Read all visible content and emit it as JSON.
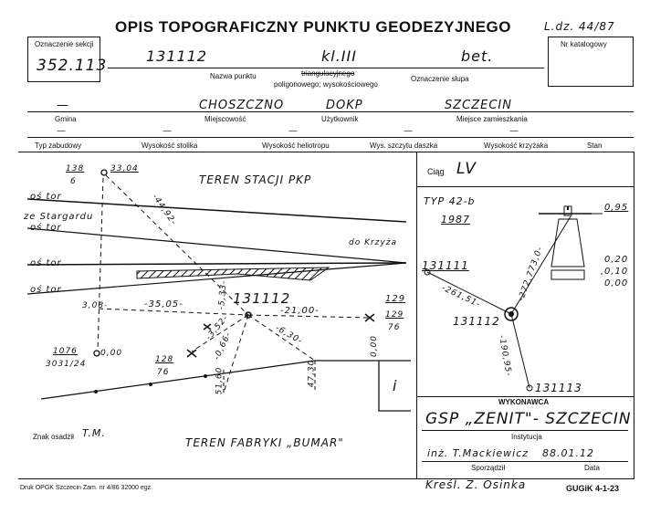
{
  "header": {
    "title": "OPIS TOPOGRAFICZNY PUNKTU GEODEZYJNEGO",
    "ref": "L.dz. 44/87"
  },
  "sheet": {
    "label": "Oznaczenie sekcji",
    "value": "352.113"
  },
  "catalog": {
    "label": "Nr katalogowy"
  },
  "point": {
    "name_value": "131112",
    "name_label": "Nazwa punktu",
    "class_value": "kl.III",
    "class_label_struck": "triangulacyjnego",
    "class_label": "poligonowego; wysokościowego",
    "pillar_value": "bet.",
    "pillar_label": "Oznaczenie słupa"
  },
  "location": {
    "gmina_value": "—",
    "gmina_label": "Gmina",
    "town_value": "CHOSZCZNO",
    "town_label": "Miejscowość",
    "user_value": "DOKP",
    "user_label": "Użytkownik",
    "residence_value": "SZCZECIN",
    "residence_label": "Miejsce zamieszkania"
  },
  "heights": {
    "labels": [
      "Typ zabudowy",
      "Wysokość stolika",
      "Wysokość heliotropu",
      "Wys. szczytu daszka",
      "Wysokość krzyżaka",
      "Stan"
    ],
    "values": [
      "—",
      "—",
      "—",
      "—",
      "—",
      ""
    ]
  },
  "sketch": {
    "area_top": "TEREN STACJI PKP",
    "area_bottom": "TEREN FABRYKI „BUMAR\"",
    "tracks": [
      "oś tor",
      "ze Stargardu",
      "oś tor",
      "oś tor",
      "oś tor"
    ],
    "to_krzyz": "do Krzyża",
    "point_id": "131112",
    "n_top": "138",
    "n_top_den": "6",
    "d_3304": "33,04",
    "d_4492": "-44,92-",
    "d_3505": "-35,05-",
    "d_2100": "-21,00-",
    "d_533": "-5,33-",
    "d_352": "-3,52-",
    "d_068": "-0,66-",
    "d_630": "-6,30-",
    "d_308": "3,08-",
    "n_129": "129",
    "n_129_den": "76",
    "n_129b": "129",
    "n_1076": "1076",
    "n_1076_den": "3031/24",
    "d_000a": "0,00",
    "n_128": "128",
    "n_128_den": "76",
    "d_5160": "51,60",
    "d_4730": "47,30",
    "d_000b": "0,00",
    "i_mark": "i",
    "mark_label": "Znak osadził",
    "mark_by": "T.M."
  },
  "traverse": {
    "label": "Ciąg",
    "value": "LV"
  },
  "monument": {
    "type": "TYP 42-b",
    "year": "1987",
    "d095": "0,95",
    "d020": "0,20",
    "d010": "0,10",
    "d000": "0,00"
  },
  "network": {
    "p1": "131111",
    "p2": "131112",
    "p3": "131113",
    "d1": "-261,51-",
    "d2": "-272,773,0-",
    "d3": "-190,95-"
  },
  "execution": {
    "header": "WYKONAWCA",
    "institution": "GSP „ZENIT\"- SZCZECIN",
    "institution_label": "Instytucja",
    "author": "inż. T.Mackiewicz",
    "author_label": "Sporządził",
    "date": "88.01.12",
    "date_label": "Data",
    "drawn": "Kreśl. Z. Osinka"
  },
  "footer": {
    "print": "Druk OPGK Szczecin Zam. nr 4/86   32000 egz.",
    "code": "GUGiK 4-1-23"
  }
}
